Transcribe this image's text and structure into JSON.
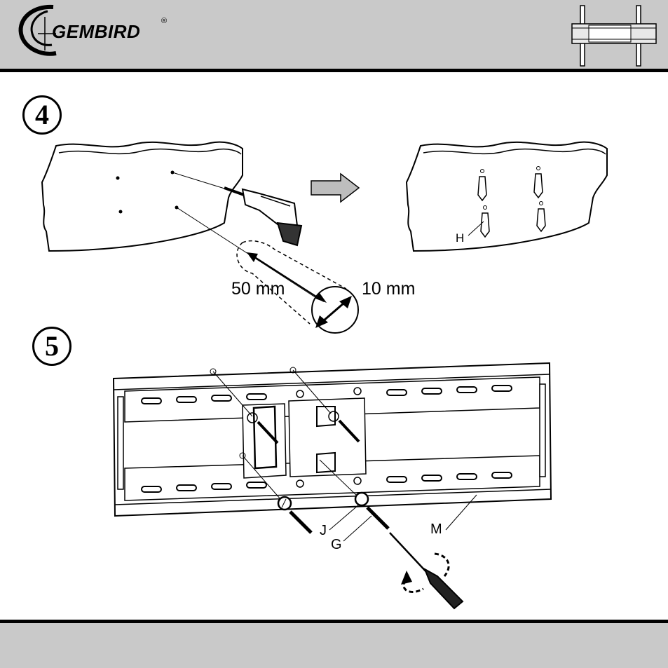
{
  "header": {
    "brand": "GEMBIRD",
    "registered_mark": "®",
    "logo_icon": "gembird-swoosh-logo-icon",
    "product_icon": "tv-wall-mount-thumbnail-icon"
  },
  "steps": [
    {
      "number": "4",
      "labels": {
        "dim_distance": "50 mm",
        "dim_diameter": "10 mm",
        "part_anchor": "H"
      }
    },
    {
      "number": "5",
      "labels": {
        "part_j": "J",
        "part_g": "G",
        "part_m": "M"
      }
    }
  ],
  "icons": [
    "drill-icon",
    "arrow-right-icon",
    "wall-anchor-icon",
    "wall-bracket-icon",
    "screwdriver-icon",
    "rotation-arrow-icon"
  ]
}
